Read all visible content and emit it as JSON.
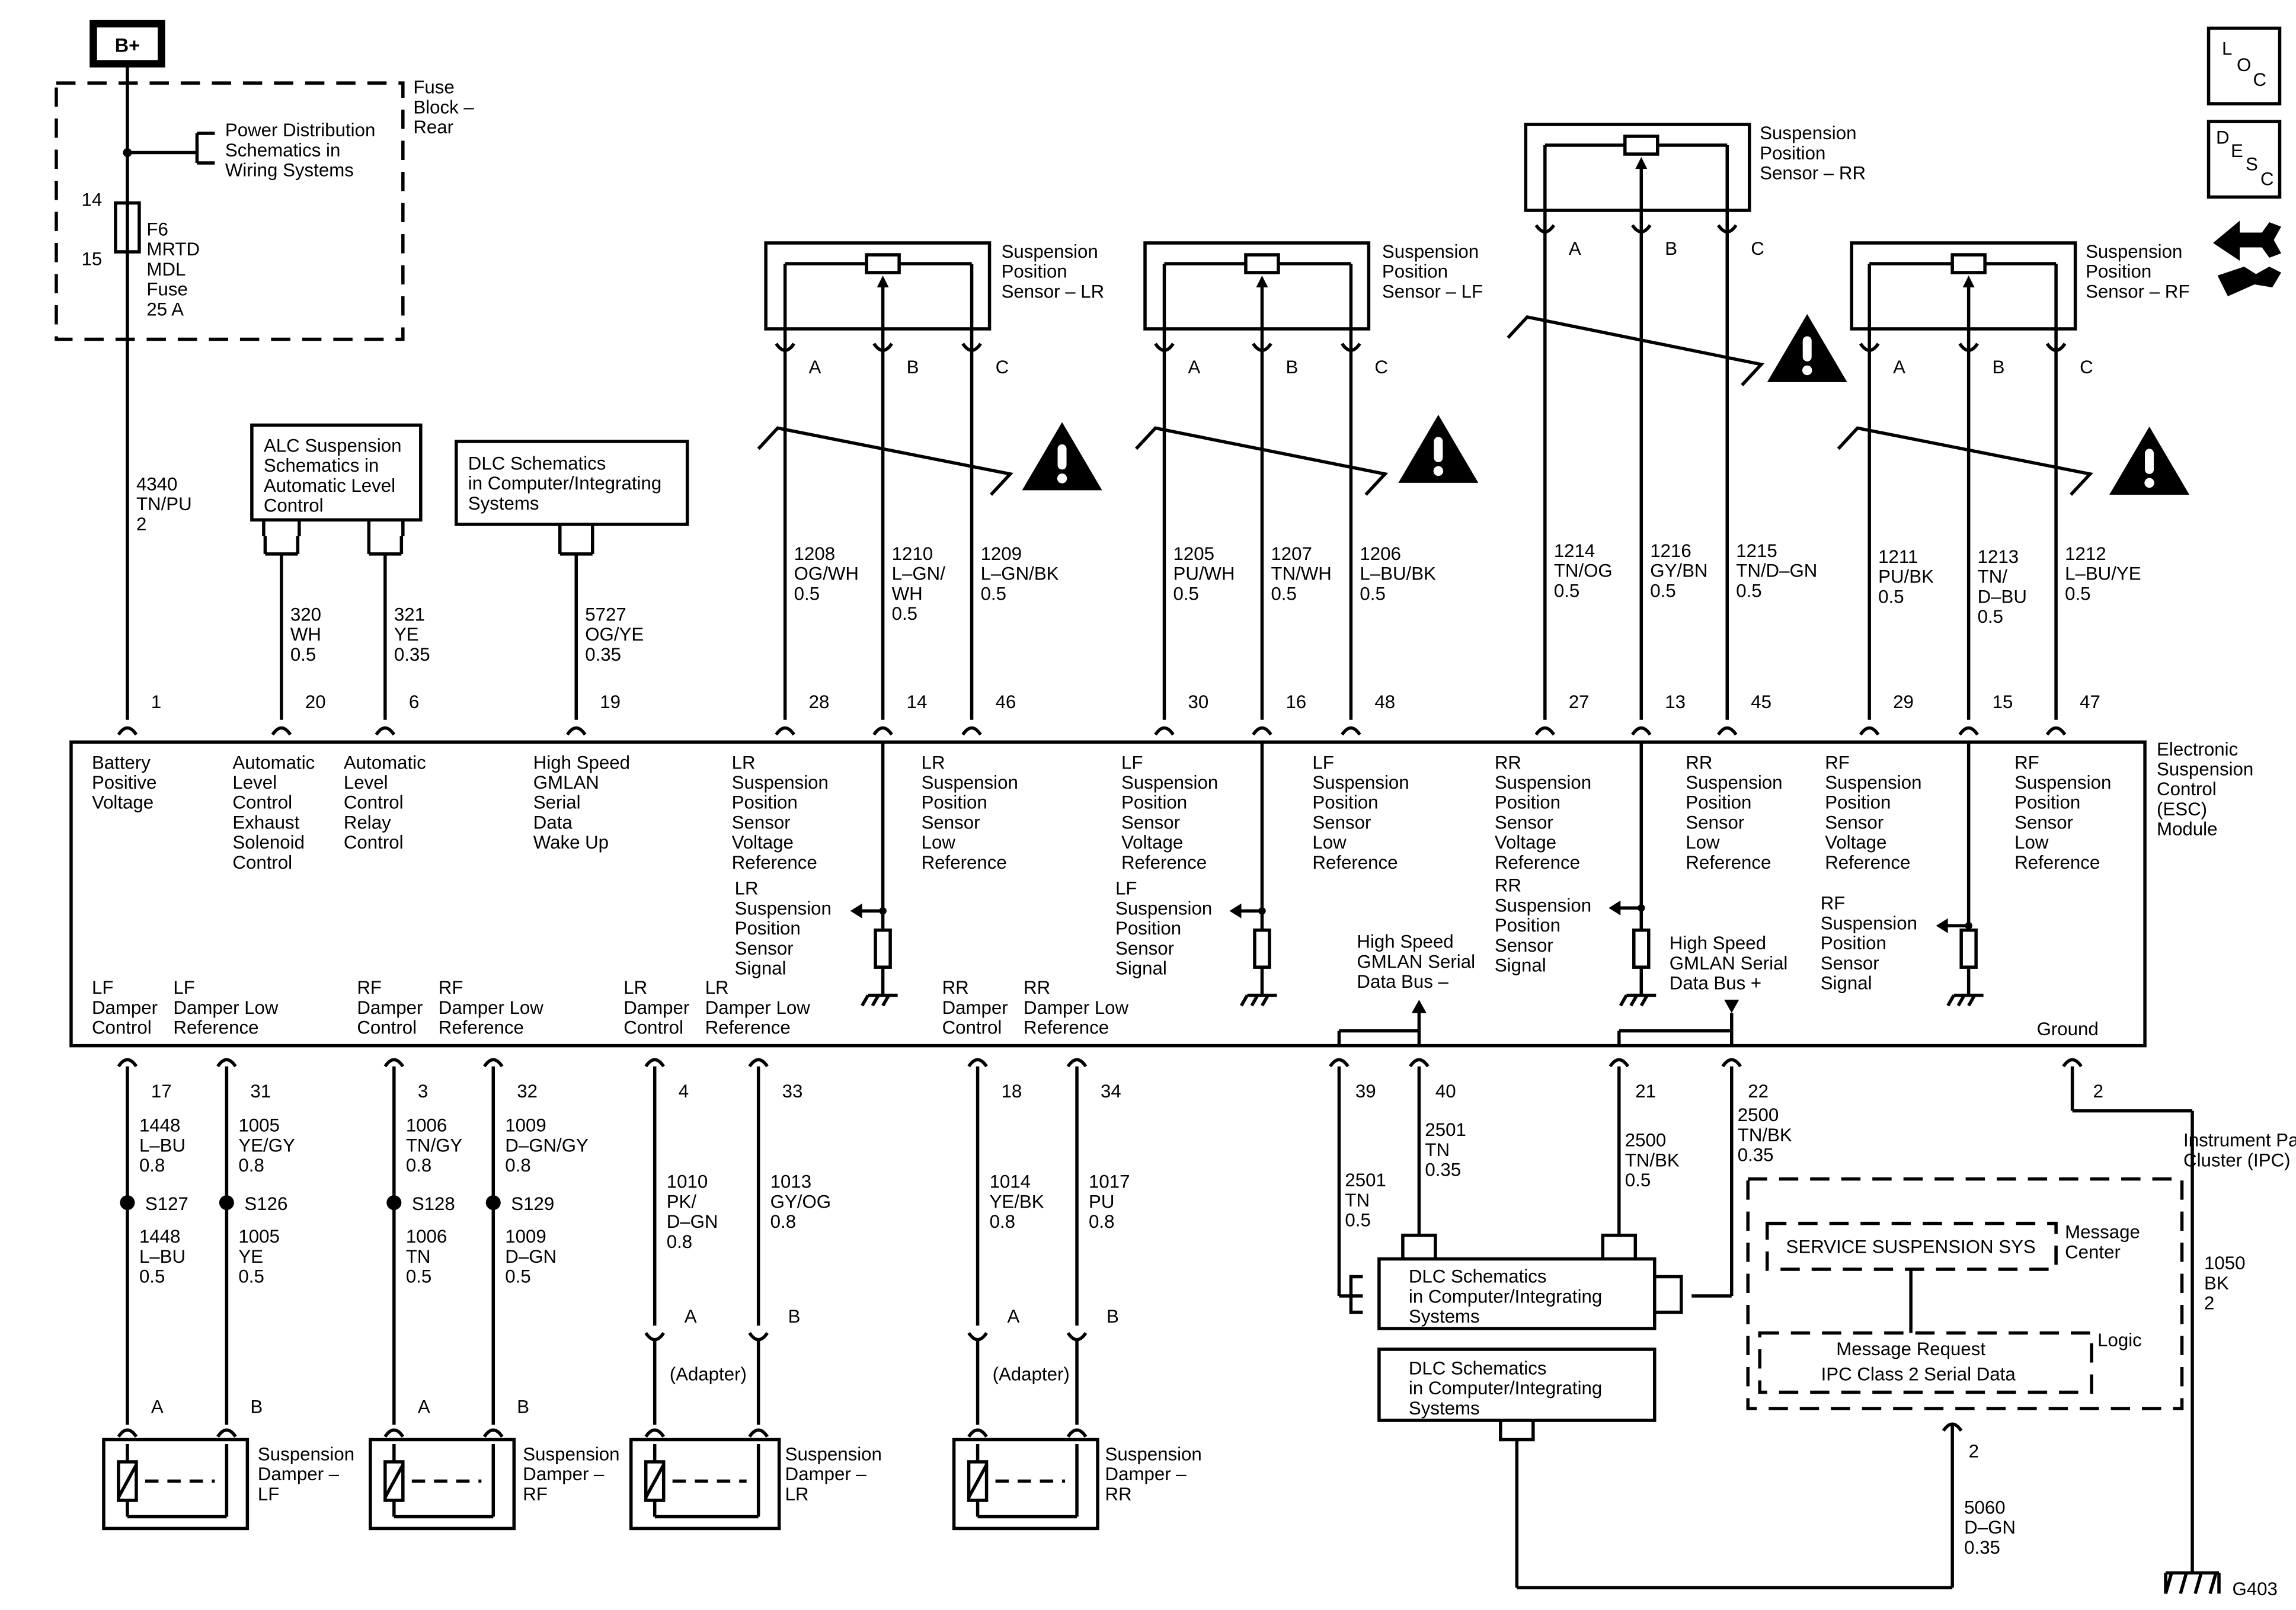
{
  "power": {
    "bplus": "B+",
    "fuse_block": [
      "Fuse",
      "Block –",
      "Rear"
    ],
    "power_dist": [
      "Power Distribution",
      "Schematics in",
      "Wiring Systems"
    ],
    "fuse_pins": [
      "14",
      "15"
    ],
    "fuse_label": [
      "F6",
      "MRTD",
      "MDL",
      "Fuse",
      "25 A"
    ]
  },
  "corner_icons": {
    "loc": [
      "L",
      "O",
      "C"
    ],
    "desc": [
      "D",
      "E",
      "S",
      "C"
    ],
    "tool": "wrench-arrow-icon"
  },
  "refs": {
    "alc": [
      "ALC Suspension",
      "Schematics in",
      "Automatic Level",
      "Control"
    ],
    "dlc": [
      "DLC Schematics",
      "in Computer/Integrating",
      "Systems"
    ]
  },
  "sensors": [
    {
      "id": "lr",
      "title": [
        "Suspension",
        "Position",
        "Sensor – LR"
      ],
      "pins": [
        "A",
        "B",
        "C"
      ]
    },
    {
      "id": "lf",
      "title": [
        "Suspension",
        "Position",
        "Sensor – LF"
      ],
      "pins": [
        "A",
        "B",
        "C"
      ]
    },
    {
      "id": "rr",
      "title": [
        "Suspension",
        "Position",
        "Sensor – RR"
      ],
      "pins": [
        "A",
        "B",
        "C"
      ]
    },
    {
      "id": "rf",
      "title": [
        "Suspension",
        "Position",
        "Sensor – RF"
      ],
      "pins": [
        "A",
        "B",
        "C"
      ]
    }
  ],
  "top_wires": [
    {
      "pin": "1",
      "circuit": [
        "4340",
        "TN/PU",
        "2"
      ]
    },
    {
      "pin": "20",
      "circuit": [
        "320",
        "WH",
        "0.5"
      ]
    },
    {
      "pin": "6",
      "circuit": [
        "321",
        "YE",
        "0.35"
      ]
    },
    {
      "pin": "19",
      "circuit": [
        "5727",
        "OG/YE",
        "0.35"
      ]
    },
    {
      "pin": "28",
      "circuit": [
        "1208",
        "OG/WH",
        "0.5"
      ]
    },
    {
      "pin": "14",
      "circuit": [
        "1210",
        "L–GN/",
        "WH",
        "0.5"
      ]
    },
    {
      "pin": "46",
      "circuit": [
        "1209",
        "L–GN/BK",
        "0.5"
      ]
    },
    {
      "pin": "30",
      "circuit": [
        "1205",
        "PU/WH",
        "0.5"
      ]
    },
    {
      "pin": "16",
      "circuit": [
        "1207",
        "TN/WH",
        "0.5"
      ]
    },
    {
      "pin": "48",
      "circuit": [
        "1206",
        "L–BU/BK",
        "0.5"
      ]
    },
    {
      "pin": "27",
      "circuit": [
        "1214",
        "TN/OG",
        "0.5"
      ]
    },
    {
      "pin": "13",
      "circuit": [
        "1216",
        "GY/BN",
        "0.5"
      ]
    },
    {
      "pin": "45",
      "circuit": [
        "1215",
        "TN/D–GN",
        "0.5"
      ]
    },
    {
      "pin": "29",
      "circuit": [
        "1211",
        "PU/BK",
        "0.5"
      ]
    },
    {
      "pin": "15",
      "circuit": [
        "1213",
        "TN/",
        "D–BU",
        "0.5"
      ]
    },
    {
      "pin": "47",
      "circuit": [
        "1212",
        "L–BU/YE",
        "0.5"
      ]
    }
  ],
  "module": {
    "name": [
      "Electronic",
      "Suspension",
      "Control",
      "(ESC)",
      "Module"
    ],
    "top_labels": [
      [
        "Battery",
        "Positive",
        "Voltage"
      ],
      [
        "Automatic",
        "Level",
        "Control",
        "Exhaust",
        "Solenoid",
        "Control"
      ],
      [
        "Automatic",
        "Level",
        "Control",
        "Relay",
        "Control"
      ],
      [
        "High Speed",
        "GMLAN",
        "Serial",
        "Data",
        "Wake Up"
      ],
      [
        "LR",
        "Suspension",
        "Position",
        "Sensor",
        "Voltage",
        "Reference"
      ],
      [
        "LR",
        "Suspension",
        "Position",
        "Sensor",
        "Low",
        "Reference"
      ],
      [
        "LF",
        "Suspension",
        "Position",
        "Sensor",
        "Voltage",
        "Reference"
      ],
      [
        "LF",
        "Suspension",
        "Position",
        "Sensor",
        "Low",
        "Reference"
      ],
      [
        "RR",
        "Suspension",
        "Position",
        "Sensor",
        "Voltage",
        "Reference"
      ],
      [
        "RR",
        "Suspension",
        "Position",
        "Sensor",
        "Low",
        "Reference"
      ],
      [
        "RF",
        "Suspension",
        "Position",
        "Sensor",
        "Voltage",
        "Reference"
      ],
      [
        "RF",
        "Suspension",
        "Position",
        "Sensor",
        "Low",
        "Reference"
      ]
    ],
    "signal_labels": [
      [
        "LR",
        "Suspension",
        "Position",
        "Sensor",
        "Signal"
      ],
      [
        "LF",
        "Suspension",
        "Position",
        "Sensor",
        "Signal"
      ],
      [
        "RR",
        "Suspension",
        "Position",
        "Sensor",
        "Signal"
      ],
      [
        "RF",
        "Suspension",
        "Position",
        "Sensor",
        "Signal"
      ]
    ],
    "bus_minus": [
      "High Speed",
      "GMLAN Serial",
      "Data Bus –"
    ],
    "bus_plus": [
      "High Speed",
      "GMLAN Serial",
      "Data Bus +"
    ],
    "bottom_labels": [
      [
        "LF",
        "Damper",
        "Control"
      ],
      [
        "LF",
        "Damper Low",
        "Reference"
      ],
      [
        "RF",
        "Damper",
        "Control"
      ],
      [
        "RF",
        "Damper Low",
        "Reference"
      ],
      [
        "LR",
        "Damper",
        "Control"
      ],
      [
        "LR",
        "Damper Low",
        "Reference"
      ],
      [
        "RR",
        "Damper",
        "Control"
      ],
      [
        "RR",
        "Damper Low",
        "Reference"
      ]
    ],
    "ground": "Ground"
  },
  "damper_wires": [
    {
      "pin": "17",
      "upper": [
        "1448",
        "L–BU",
        "0.8"
      ],
      "splice": "S127",
      "lower": [
        "1448",
        "L–BU",
        "0.5"
      ]
    },
    {
      "pin": "31",
      "upper": [
        "1005",
        "YE/GY",
        "0.8"
      ],
      "splice": "S126",
      "lower": [
        "1005",
        "YE",
        "0.5"
      ]
    },
    {
      "pin": "3",
      "upper": [
        "1006",
        "TN/GY",
        "0.8"
      ],
      "splice": "S128",
      "lower": [
        "1006",
        "TN",
        "0.5"
      ]
    },
    {
      "pin": "32",
      "upper": [
        "1009",
        "D–GN/GY",
        "0.8"
      ],
      "splice": "S129",
      "lower": [
        "1009",
        "D–GN",
        "0.5"
      ]
    },
    {
      "pin": "4",
      "upper": [
        "1010",
        "PK/",
        "D–GN",
        "0.8"
      ]
    },
    {
      "pin": "33",
      "upper": [
        "1013",
        "GY/OG",
        "0.8"
      ]
    },
    {
      "pin": "18",
      "upper": [
        "1014",
        "YE/BK",
        "0.8"
      ]
    },
    {
      "pin": "34",
      "upper": [
        "1017",
        "PU",
        "0.8"
      ]
    }
  ],
  "adapter": "(Adapter)",
  "dampers": [
    {
      "title": [
        "Suspension",
        "Damper –",
        "LF"
      ],
      "pins": [
        "A",
        "B"
      ]
    },
    {
      "title": [
        "Suspension",
        "Damper –",
        "RF"
      ],
      "pins": [
        "A",
        "B"
      ]
    },
    {
      "title": [
        "Suspension",
        "Damper –",
        "LR"
      ],
      "pins": [
        "A",
        "B"
      ]
    },
    {
      "title": [
        "Suspension",
        "Damper –",
        "RR"
      ],
      "pins": [
        "A",
        "B"
      ]
    }
  ],
  "bus_wires": [
    {
      "pin": "39",
      "circuit": [
        "2501",
        "TN",
        "0.5"
      ]
    },
    {
      "pin": "40",
      "circuit": [
        "2501",
        "TN",
        "0.35"
      ]
    },
    {
      "pin": "21",
      "circuit": [
        "2500",
        "TN/BK",
        "0.5"
      ]
    },
    {
      "pin": "22",
      "circuit": [
        "2500",
        "TN/BK",
        "0.35"
      ]
    }
  ],
  "ground_wire": {
    "pin": "2",
    "circuit": [
      "1050",
      "BK",
      "2"
    ],
    "ground": "G403"
  },
  "ipc": {
    "title": [
      "Instrument Panel",
      "Cluster (IPC)"
    ],
    "message": "SERVICE SUSPENSION SYS",
    "message_center": [
      "Message",
      "Center"
    ],
    "logic": "Logic",
    "request": [
      "Message Request",
      "IPC Class 2 Serial Data"
    ],
    "pin": "2",
    "circuit": [
      "5060",
      "D–GN",
      "0.35"
    ]
  }
}
